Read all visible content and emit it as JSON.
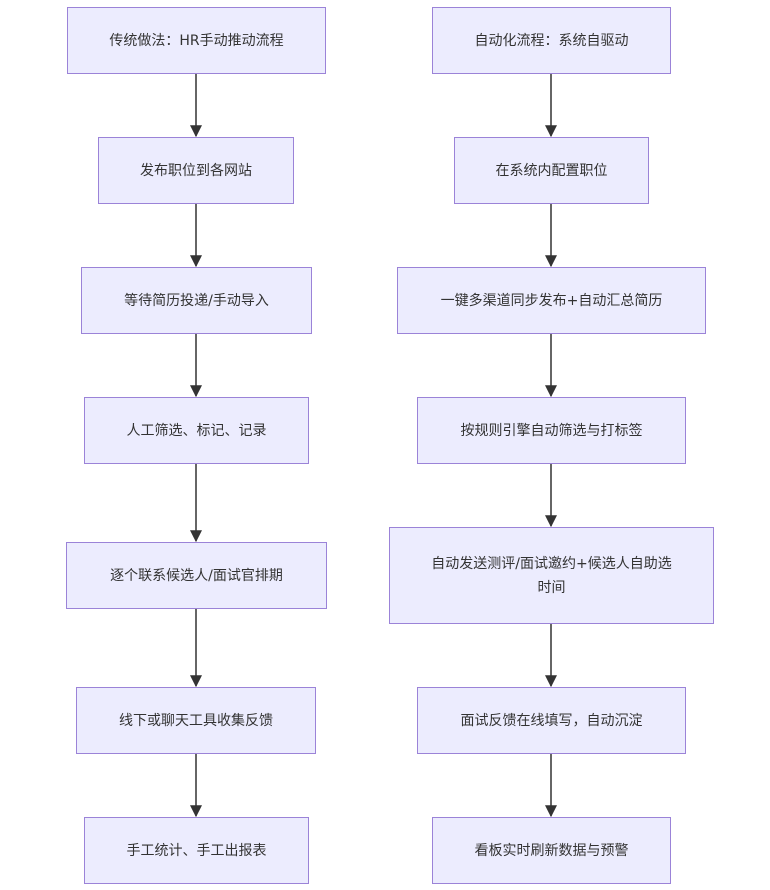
{
  "colors": {
    "node_fill": "#ececfe",
    "node_border": "#9b83d8",
    "edge": "#333333",
    "text": "#333333"
  },
  "left_flow": {
    "nodes": [
      "传统做法：HR手动推动流程",
      "发布职位到各网站",
      "等待简历投递/手动导入",
      "人工筛选、标记、记录",
      "逐个联系候选人/面试官排期",
      "线下或聊天工具收集反馈",
      "手工统计、手工出报表"
    ]
  },
  "right_flow": {
    "nodes": [
      "自动化流程：系统自驱动",
      "在系统内配置职位",
      "一键多渠道同步发布+自动汇总简历",
      "按规则引擎自动筛选与打标签",
      "自动发送测评/面试邀约+候选人自助选时间",
      "面试反馈在线填写，自动沉淀",
      "看板实时刷新数据与预警"
    ]
  }
}
